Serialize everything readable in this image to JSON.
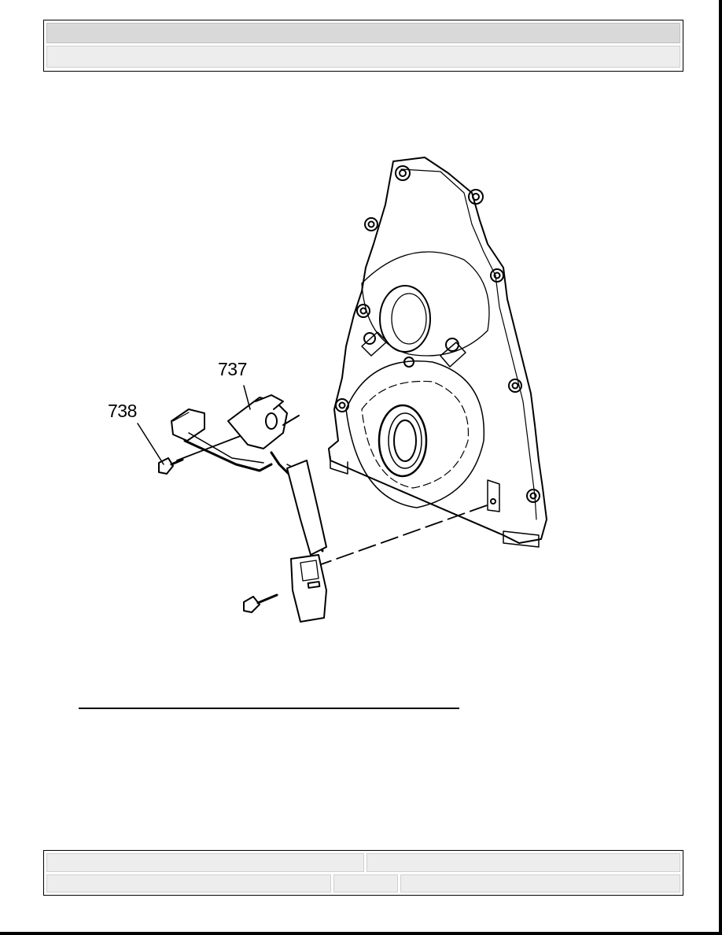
{
  "header": {
    "row1_text": "",
    "row2_text": ""
  },
  "figure": {
    "callouts": [
      {
        "id": "737",
        "label": "737"
      },
      {
        "id": "738",
        "label": "738"
      }
    ]
  },
  "footer": {
    "top_left": "",
    "top_right": "",
    "bottom_left": "",
    "bottom_middle": "",
    "bottom_right": ""
  }
}
